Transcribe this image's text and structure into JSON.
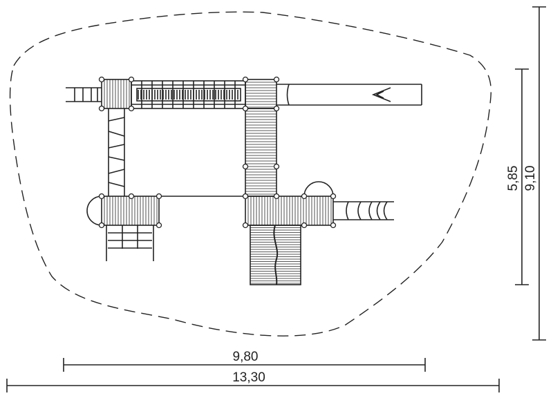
{
  "title": "Playground equipment plan with safety zone",
  "dimensions": {
    "width_inner": "9,80",
    "width_outer": "13,30",
    "height_inner": "5,85",
    "height_outer": "9,10"
  },
  "colors": {
    "line": "#222222",
    "background": "#ffffff"
  }
}
